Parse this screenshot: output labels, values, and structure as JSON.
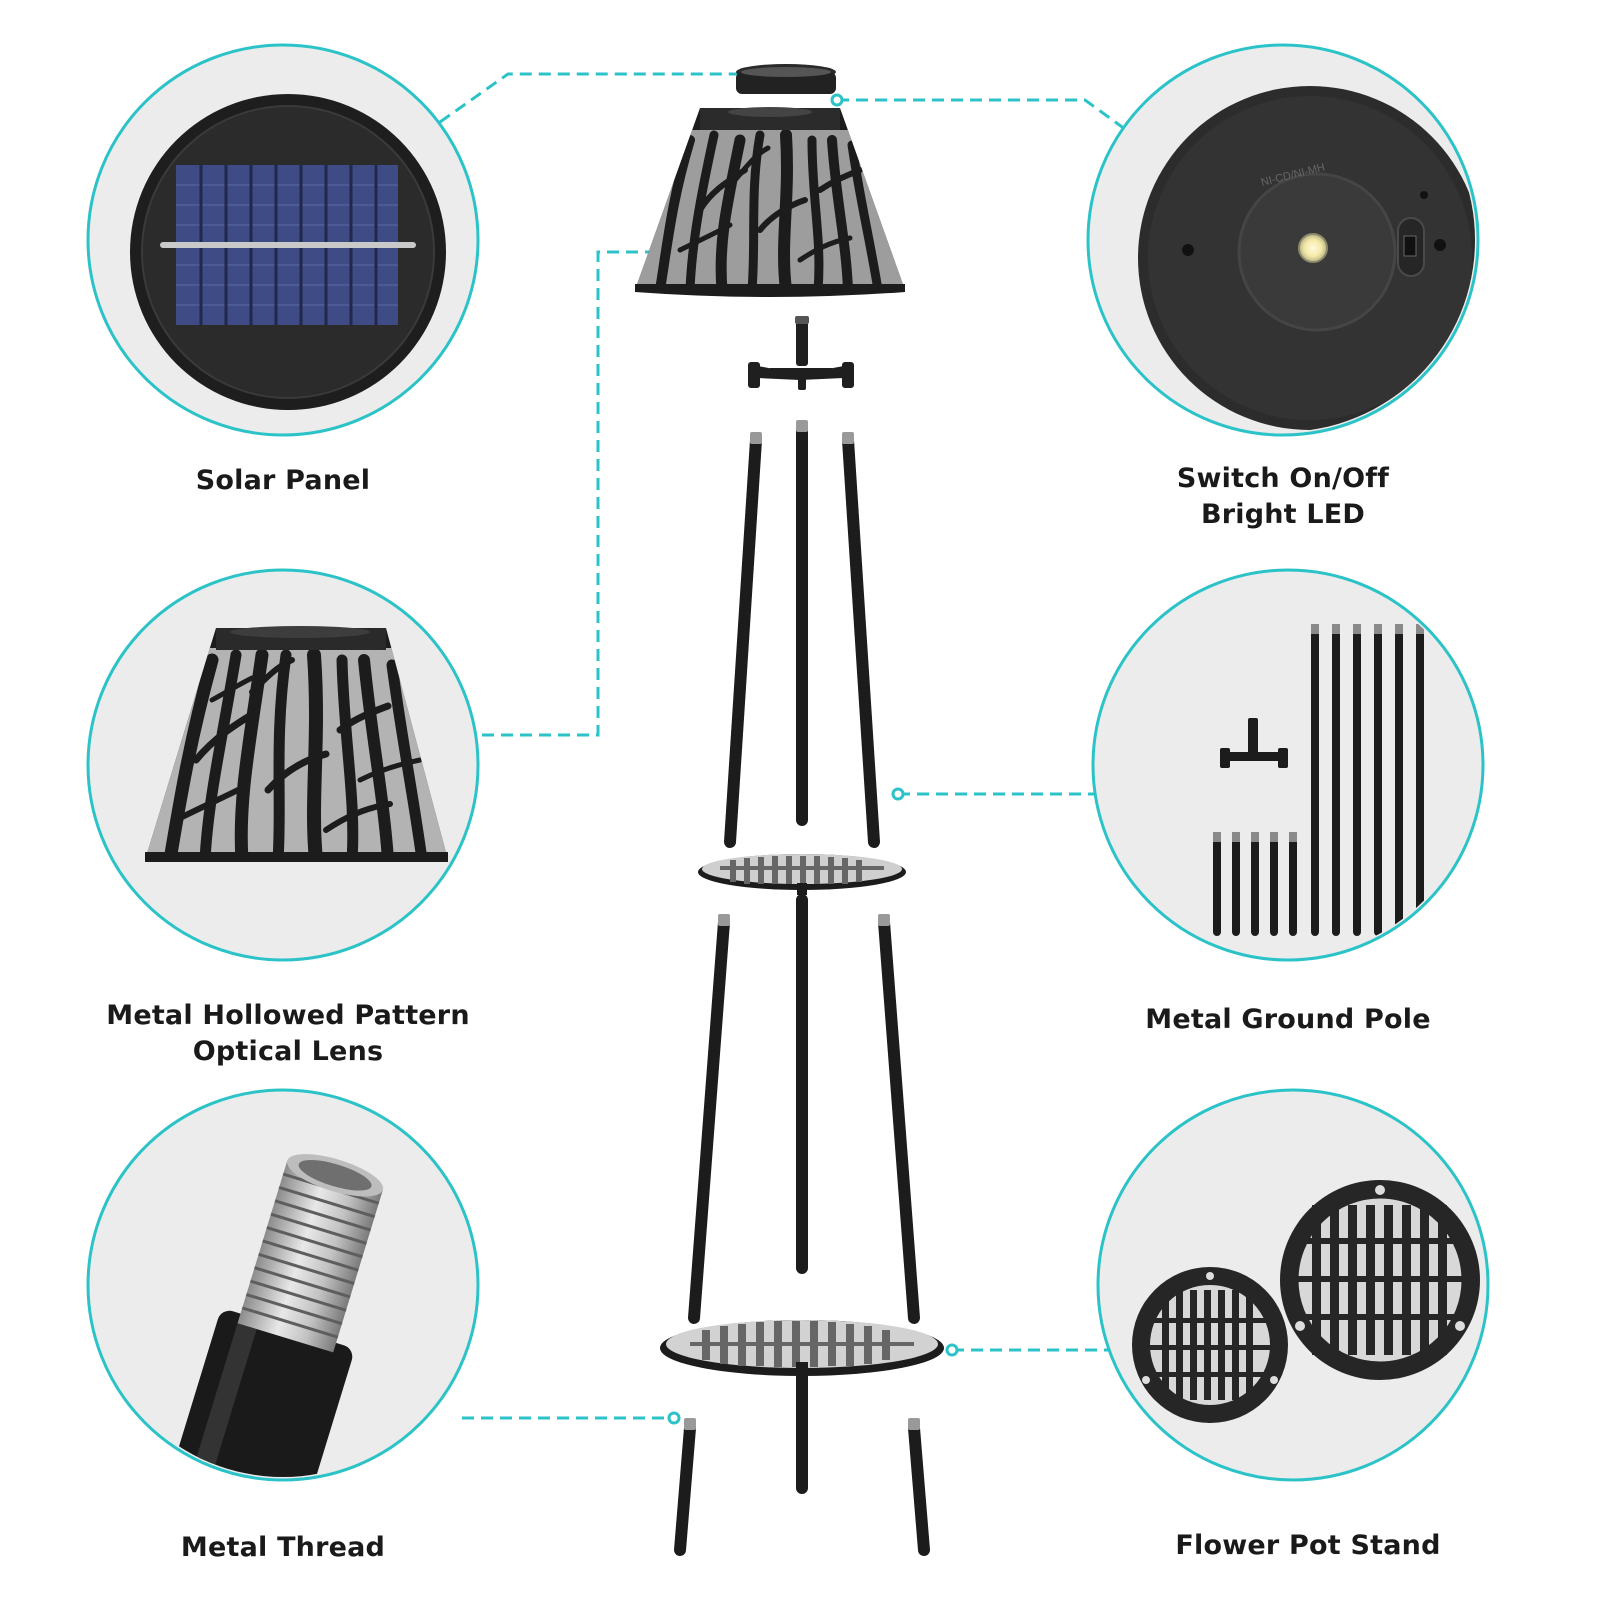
{
  "colors": {
    "accent": "#2cc3c8",
    "metal": "#1c1c1c",
    "panel": "#3e4b85",
    "background": "#ffffff"
  },
  "labels": {
    "solar_panel": "Solar Panel",
    "switch_line1": "Switch On/Off",
    "switch_line2": "Bright LED",
    "pattern_line1": "Metal Hollowed Pattern",
    "pattern_line2": "Optical Lens",
    "ground_pole": "Metal Ground Pole",
    "thread": "Metal Thread",
    "flower_stand": "Flower Pot Stand"
  },
  "battery_text": "NI-CD/NI-MH"
}
